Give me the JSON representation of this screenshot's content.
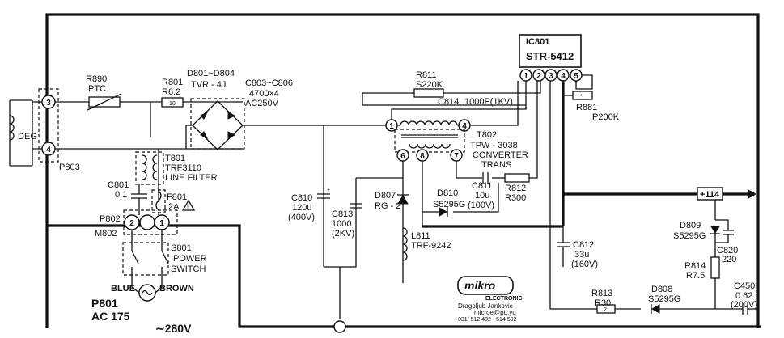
{
  "ic": {
    "ref": "IC801",
    "part": "STR-5412",
    "pins": [
      "1",
      "2",
      "3",
      "4",
      "5"
    ]
  },
  "connectors": {
    "p803": "P803",
    "p802": "P802",
    "m802": "M802",
    "p801": "P801",
    "p803_pins": [
      "3",
      "4"
    ],
    "p802_pins": [
      "2",
      "1"
    ]
  },
  "deg": "DEG",
  "mains": {
    "ac": "AC 175",
    "range": "∼280V",
    "blue": "BLUE",
    "brown": "BROWN"
  },
  "components": {
    "r890": {
      "ref": "R890",
      "value": "PTC"
    },
    "r801": {
      "ref": "R801",
      "value": "R6.2",
      "marking": "10"
    },
    "d801": {
      "ref": "D801~D804",
      "value": "TVR - 4J"
    },
    "c803": {
      "ref": "C803~C806",
      "value": "4700×4",
      "rating": "AC250V"
    },
    "t801": {
      "ref": "T801",
      "value": "TRF3110",
      "desc": "LINE FILTER"
    },
    "c801": {
      "ref": "C801",
      "value": "0.1"
    },
    "f801": {
      "ref": "F801",
      "value": "2A"
    },
    "s801": {
      "ref": "S801",
      "desc1": "POWER",
      "desc2": "SWITCH"
    },
    "r811": {
      "ref": "R811",
      "value": "S220K"
    },
    "c814": {
      "ref": "C814",
      "value": "1000P(1KV)"
    },
    "r881": {
      "ref": "R881",
      "value": "P200K"
    },
    "t802": {
      "ref": "T802",
      "value": "TPW - 3038",
      "desc1": "CONVERTER",
      "desc2": "TRANS",
      "pins": [
        "1",
        "4",
        "6",
        "8",
        "7"
      ]
    },
    "c810": {
      "ref": "C810",
      "value": "120u",
      "rating": "(400V)"
    },
    "c813": {
      "ref": "C813",
      "value": "1000",
      "rating": "(2KV)"
    },
    "d807": {
      "ref": "D807",
      "value": "RG - 2"
    },
    "l811": {
      "ref": "L811",
      "value": "TRF-9242"
    },
    "d810": {
      "ref": "D810",
      "value": "S5295G"
    },
    "c811": {
      "ref": "C811",
      "value": "10u",
      "rating": "(100V)"
    },
    "r812": {
      "ref": "R812",
      "value": "R300"
    },
    "c812": {
      "ref": "C812",
      "value": "33u",
      "rating": "(160V)"
    },
    "d809": {
      "ref": "D809",
      "value": "S5295G"
    },
    "c820": {
      "ref": "C820",
      "value": "220"
    },
    "r814": {
      "ref": "R814",
      "value": "R7.5"
    },
    "r813": {
      "ref": "R813",
      "value": "R30",
      "marking": "2"
    },
    "d808": {
      "ref": "D808",
      "value": "S5295G"
    },
    "c450": {
      "ref": "C450",
      "value": "0.62",
      "rating": "(200V)"
    }
  },
  "output_label": "+114",
  "watermark": {
    "logo": "mikro",
    "brand": "ELECTRONIC",
    "author": "Dragoljub Jankovic",
    "email": "microe@ptt.yu",
    "phone": "031/ 512 402 - 514 592"
  }
}
